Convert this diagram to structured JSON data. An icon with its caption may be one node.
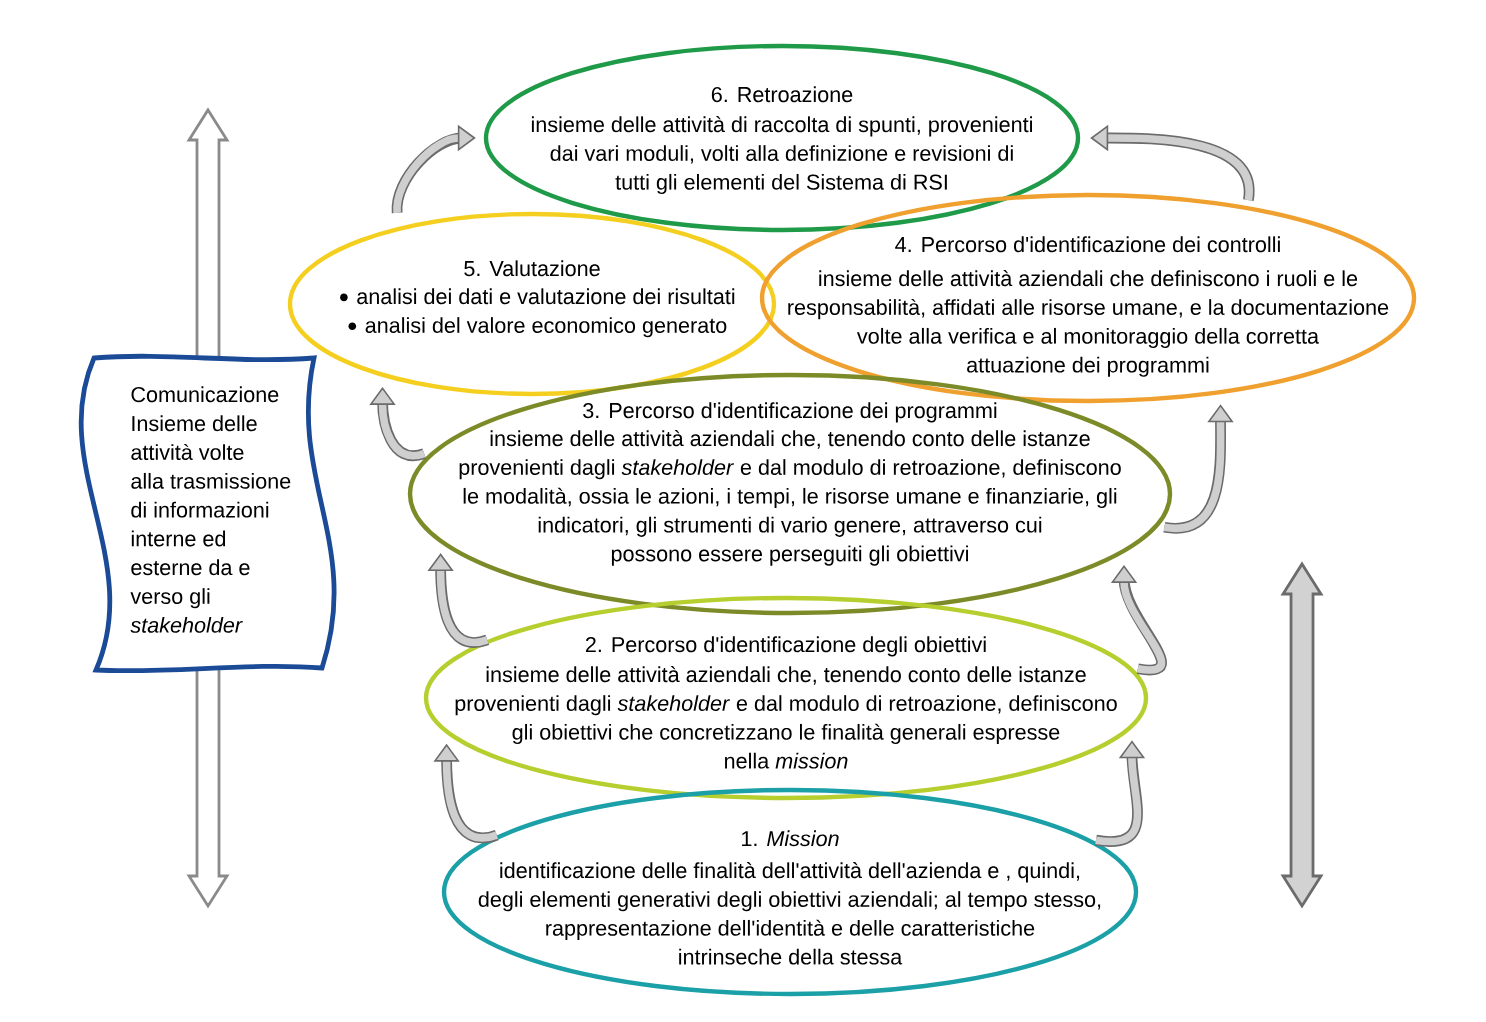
{
  "diagram": {
    "nodes": [
      {
        "text": [
          "6. Retroazione",
          "insieme delle attività di raccolta di spunti, provenienti dai vari moduli, volti alla definizione e revisioni di tutti gli elementi del Sistema di RSI"
        ]
      },
      {
        "text": [
          "5. Valutazione",
          "analisi dei dati e valutazione dei risultati",
          "analisi del valore economico generato"
        ]
      },
      {
        "text": [
          "4. Percorso d'identificazione dei controlli",
          "insieme delle attività aziendali che definiscono i ruoli e le responsabilità, affidati alle risorse umane, e la documentazione volte alla verifica e al monitoraggio della corretta attuazione dei programmi"
        ]
      },
      {
        "text": [
          "Comunicazione",
          "Insieme delle attività volte alla trasmissione di informazioni interne ed esterne da e verso gli *stakeholder*"
        ]
      },
      {
        "text": [
          "3. Percorso d'identificazione dei programmi",
          "insieme delle attività aziendali che, tenendo conto delle istanze provenienti dagli *stakeholder* e dal modulo di retroazione, definiscono le modalità, ossia le azioni, i tempi, le risorse umane e finanziarie, gli indicatori, gli strumenti di vario genere, attraverso cui possono essere perseguiti gli obiettivi"
        ]
      },
      {
        "text": [
          "2. Percorso d'identificazione degli obiettivi",
          "insieme delle attività aziendali che, tenendo conto delle istanze provenienti dagli *stakeholder* e dal modulo di retroazione, definiscono gli obiettivi che concretizzano le finalità generali espresse nella *mission*"
        ]
      },
      {
        "text": [
          "1. *Mission*",
          "identificazione delle finalità dell'attività dell'azienda e , quindi, degli elementi generativi degli obiettivi aziendali; al tempo stesso, rappresentazione dell'identità e delle caratteristiche intrinseche della stessa"
        ]
      }
    ],
    "edges": [
      {
        "from": 1,
        "to": 0,
        "arrow": "to"
      },
      {
        "from": 2,
        "to": 0,
        "arrow": "to"
      },
      {
        "from": 4,
        "to": 1,
        "arrow": "to"
      },
      {
        "from": 4,
        "to": 2,
        "arrow": "to"
      },
      {
        "from": 5,
        "to": 4,
        "arrow": "to"
      },
      {
        "from": 5,
        "to": 4,
        "arrow": "to"
      },
      {
        "from": 6,
        "to": 5,
        "arrow": "to"
      },
      {
        "from": 6,
        "to": 5,
        "arrow": "to"
      }
    ]
  }
}
